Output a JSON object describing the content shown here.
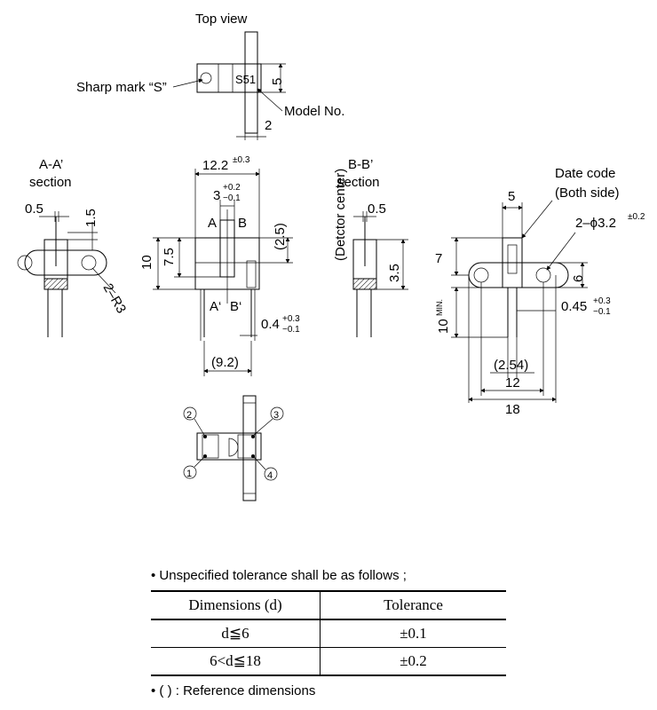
{
  "drawing": {
    "top_view": {
      "title": "Top view",
      "sharp_mark": "Sharp mark “S”",
      "model_label": "S51",
      "model_no": "Model No.",
      "dim_height": "5",
      "dim_width": "2"
    },
    "section_aa": {
      "title_line1": "A-A’",
      "title_line2": "section",
      "dim_a": "0.5",
      "dim_b": "1.5",
      "radius": "2–R3"
    },
    "front_view": {
      "width": "12.2",
      "width_tol": "±0.3",
      "gap": "3",
      "gap_tol_plus": "+0.2",
      "gap_tol_minus": "−0.1",
      "detector_center": "(Detctor center)",
      "center_dim": "(2.5)",
      "height": "10",
      "depth": "7.5",
      "label_a": "A",
      "label_b": "B",
      "label_a2": "A‘",
      "label_b2": "B‘",
      "pin_dim": "0.4",
      "pin_tol_plus": "+0.3",
      "pin_tol_minus": "−0.1",
      "pitch": "(9.2)"
    },
    "section_bb": {
      "title_line1": "B-B’",
      "title_line2": "section",
      "dim_a": "0.5",
      "dim_b": "3.5"
    },
    "side_view": {
      "date_code_line1": "Date code",
      "date_code_line2": "(Both side)",
      "dim_top": "5",
      "hole": "2–ϕ3.2",
      "hole_tol": "±0.2",
      "dim_7": "7",
      "dim_6": "6",
      "lead_len": "10",
      "lead_len_sup": "MIN.",
      "lead_dim": "0.45",
      "lead_tol_plus": "+0.3",
      "lead_tol_minus": "−0.1",
      "pitch": "(2.54)",
      "span": "12",
      "total": "18"
    },
    "bottom_view": {
      "pin1": "1",
      "pin2": "2",
      "pin3": "3",
      "pin4": "4"
    }
  },
  "notes": {
    "tolerance_intro": "• Unspecified tolerance shall be as follows ;",
    "reference": "• ( ) : Reference dimensions"
  },
  "tolerance_table": {
    "headers": [
      "Dimensions (d)",
      "Tolerance"
    ],
    "rows": [
      [
        "d≦6",
        "±0.1"
      ],
      [
        "6<d≦18",
        "±0.2"
      ]
    ]
  }
}
